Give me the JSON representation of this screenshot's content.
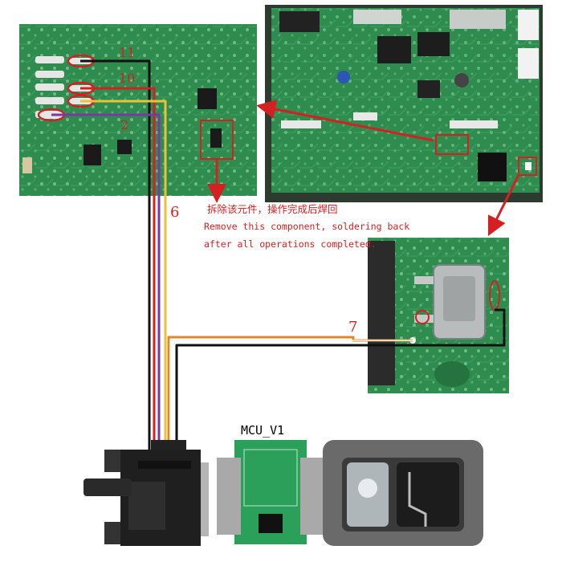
{
  "labels": {
    "pin_11": "11",
    "pin_10": "10",
    "pin_2": "2",
    "pin_6": "6",
    "pin_7": "7"
  },
  "note": {
    "chinese": "拆除该元件，操作完成后焊回",
    "line1": "Remove this component, soldering back",
    "line2": "after all operations completed."
  },
  "adapter_label": "MCU_V1",
  "colors": {
    "pcb": "#2f8c4f",
    "pcb_dark": "#1f6b3a",
    "annotation": "#d42020",
    "wire_black": "#111111",
    "wire_red": "#d42020",
    "wire_yellow": "#e8c23a",
    "wire_purple": "#7a3aa0",
    "wire_orange": "#d98a2b",
    "wire_white": "#f2f2f2"
  },
  "icons": [
    "db-connector-icon",
    "mcu-adapter-icon",
    "programmer-device-icon"
  ]
}
